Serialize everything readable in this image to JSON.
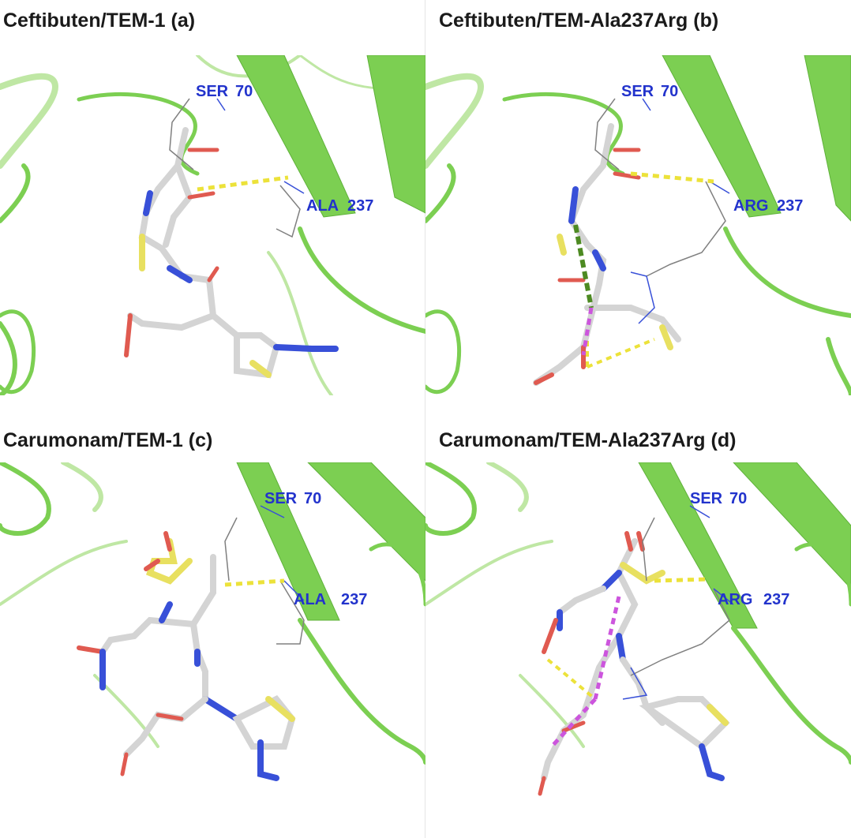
{
  "panels": [
    {
      "caption": "Ceftibuten/TEM-1 (a)",
      "labels": [
        "SER",
        "70",
        "ALA",
        "237"
      ]
    },
    {
      "caption": "Ceftibuten/TEM-Ala237Arg (b)",
      "labels": [
        "SER",
        "70",
        "ARG",
        "237"
      ]
    },
    {
      "caption": "Carumonam/TEM-1 (c)",
      "labels": [
        "SER",
        "70",
        "ALA",
        "237"
      ]
    },
    {
      "caption": "Carumonam/TEM-Ala237Arg (d)",
      "labels": [
        "SER",
        "70",
        "ARG",
        "237"
      ]
    }
  ],
  "colors": {
    "ribbon": "#7ccf52",
    "ribbon_light": "#bfe7a4",
    "carbon": "#d4d4d4",
    "oxygen": "#e05a50",
    "nitrogen": "#3850d8",
    "sulfur": "#e8e060",
    "hbond": "#ece23a",
    "green_contact": "#4d8a22",
    "magenta_contact": "#cc55dd",
    "label": "#2233cc"
  }
}
